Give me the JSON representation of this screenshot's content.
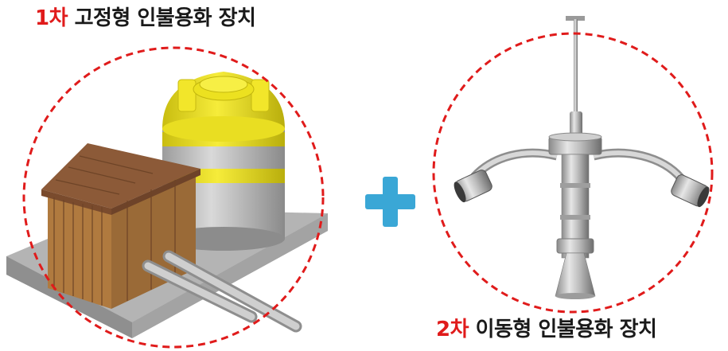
{
  "stage1": {
    "number": "1차",
    "label": "고정형 인불용화 장치"
  },
  "stage2": {
    "number": "2차",
    "label": "이동형 인불용화 장치"
  },
  "colors": {
    "accent_red": "#e01b1b",
    "plus_blue": "#3aa7d6",
    "tank_yellow": "#f2e62a",
    "shed_brown": "#b57a4a"
  },
  "icons": {
    "connector": "plus-icon"
  }
}
